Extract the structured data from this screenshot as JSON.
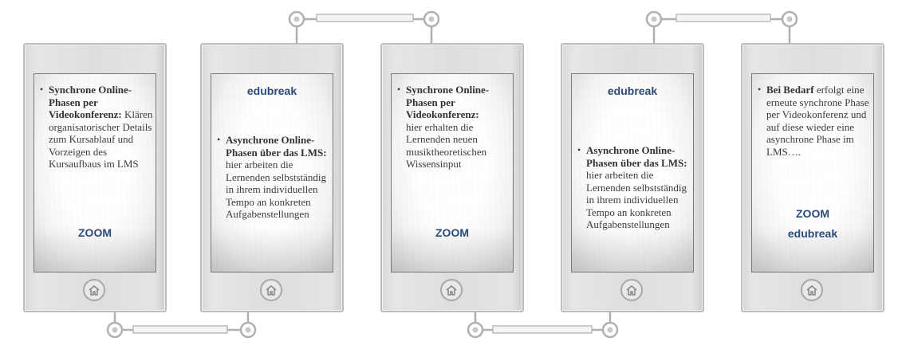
{
  "phones": [
    {
      "bullet_bold": "Synchrone Online-Phasen per Videokonferenz:",
      "bullet_text": "Klären organisatorischer Details zum Kursablauf und Vorzeigen des Kursaufbaus im LMS",
      "brand_bottom": "ZOOM"
    },
    {
      "brand_top": "edubreak",
      "bullet_bold": "Asynchrone Online-Phasen über das LMS:",
      "bullet_text": "hier arbeiten die Lernenden selbstständig in ihrem individuellen Tempo an konkreten Aufgabenstellungen"
    },
    {
      "bullet_bold": "Synchrone Online-Phasen per Videokonferenz:",
      "bullet_text": "hier erhalten die Lernenden neuen musiktheoretischen Wissensinput",
      "brand_bottom": "ZOOM"
    },
    {
      "brand_top": "edubreak",
      "bullet_bold": "Asynchrone Online-Phasen über das LMS:",
      "bullet_text": "hier arbeiten die Lernenden selbstständig in ihrem individuellen Tempo an konkreten Aufgabenstellungen"
    },
    {
      "bullet_bold": "Bei Bedarf",
      "bullet_text": "erfolgt eine erneute synchrone Phase per Videokonferenz und auf diese wieder eine asynchrone Phase im LMS….",
      "brand_bottom": "ZOOM",
      "brand_bottom2": "edubreak"
    }
  ],
  "icons": {
    "home": "home-icon"
  },
  "colors": {
    "brand": "#2a4a7a",
    "frame": "#bdbdbd",
    "connector": "#b0b0b0"
  }
}
